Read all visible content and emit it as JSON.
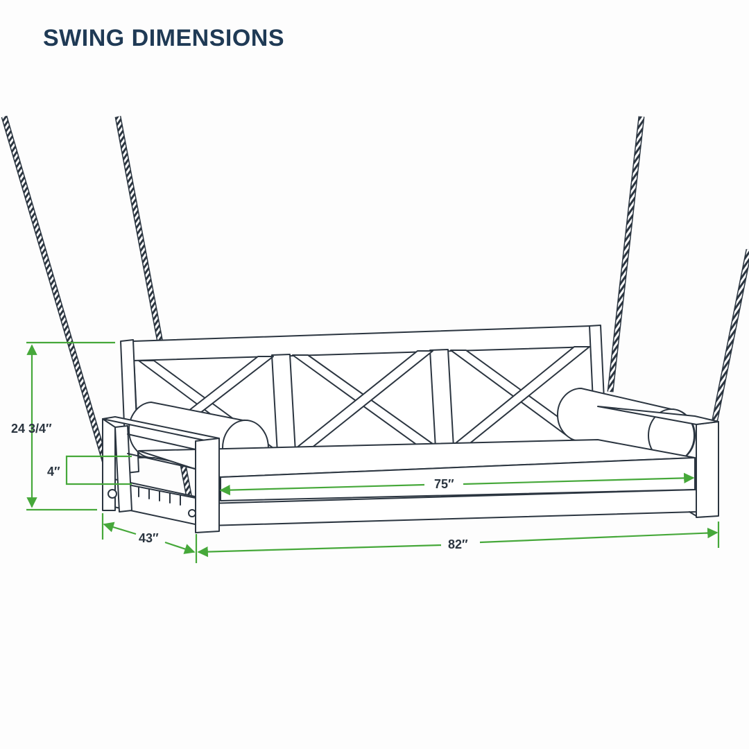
{
  "title": "SWING DIMENSIONS",
  "colors": {
    "title": "#1f3a55",
    "outline": "#2b3540",
    "dimension": "#46a83a",
    "rope": "#2b3540"
  },
  "dimensions": {
    "back_height": "24 3/4″",
    "cushion_thickness": "4″",
    "depth": "43″",
    "inner_width": "75″",
    "overall_width": "82″"
  }
}
